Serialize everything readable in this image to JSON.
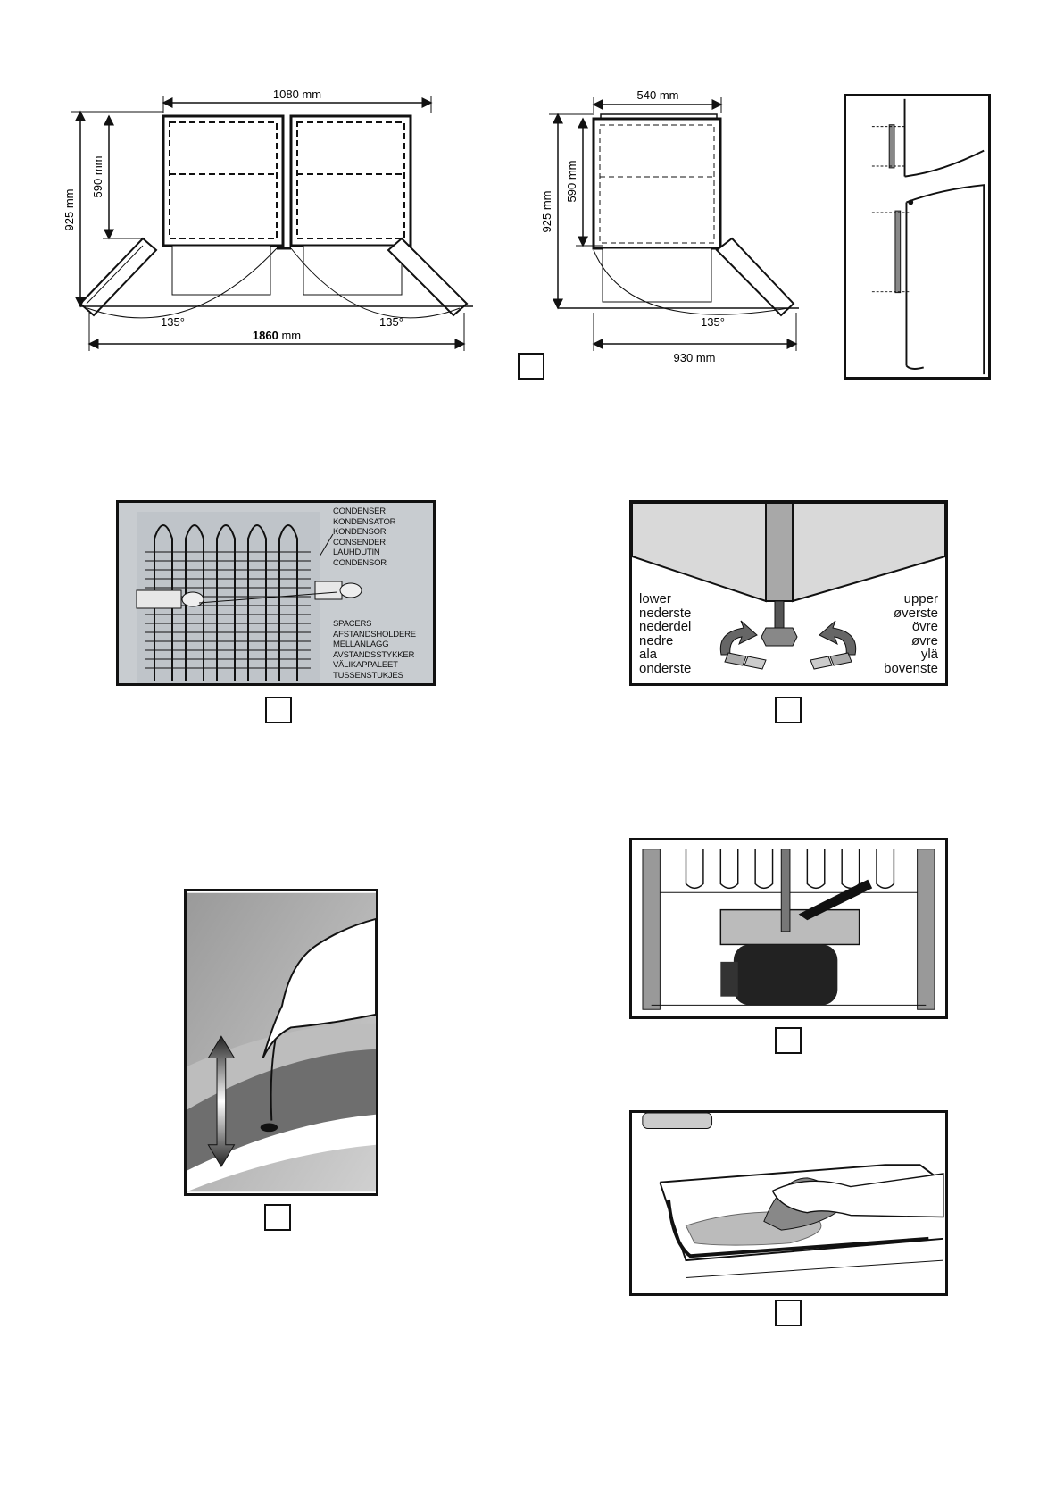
{
  "figure_top": {
    "wide": {
      "width_top": "1080 mm",
      "height_inner": "590 mm",
      "height_total": "925 mm",
      "angle_left": "135°",
      "angle_right": "135°",
      "total_width_value": "1860",
      "total_width_unit": "mm"
    },
    "narrow": {
      "width_top": "540 mm",
      "height_inner": "590 mm",
      "height_total": "925 mm",
      "angle": "135°",
      "total_width": "930 mm"
    }
  },
  "condenser_panel": {
    "condenser_labels": [
      "CONDENSER",
      "KONDENSATOR",
      "KONDENSOR",
      "CONSENDER",
      "LAUHDUTIN",
      "CONDENSOR"
    ],
    "spacer_labels": [
      "SPACERS",
      "AFSTANDSHOLDERE",
      "MELLANLÄGG",
      "AVSTANDSSTYKKER",
      "VÄLIKAPPALEET",
      "TUSSENSTUKJES"
    ]
  },
  "feet_panel": {
    "lower_labels": [
      "lower",
      "nederste",
      "nederdel",
      "nedre",
      "ala",
      "onderste"
    ],
    "upper_labels": [
      "upper",
      "øverste",
      "övre",
      "øvre",
      "ylä",
      "bovenste"
    ]
  },
  "colors": {
    "line": "#111111",
    "panel_gray": "#d9d9d9",
    "dark_gray": "#6e6e6e"
  }
}
